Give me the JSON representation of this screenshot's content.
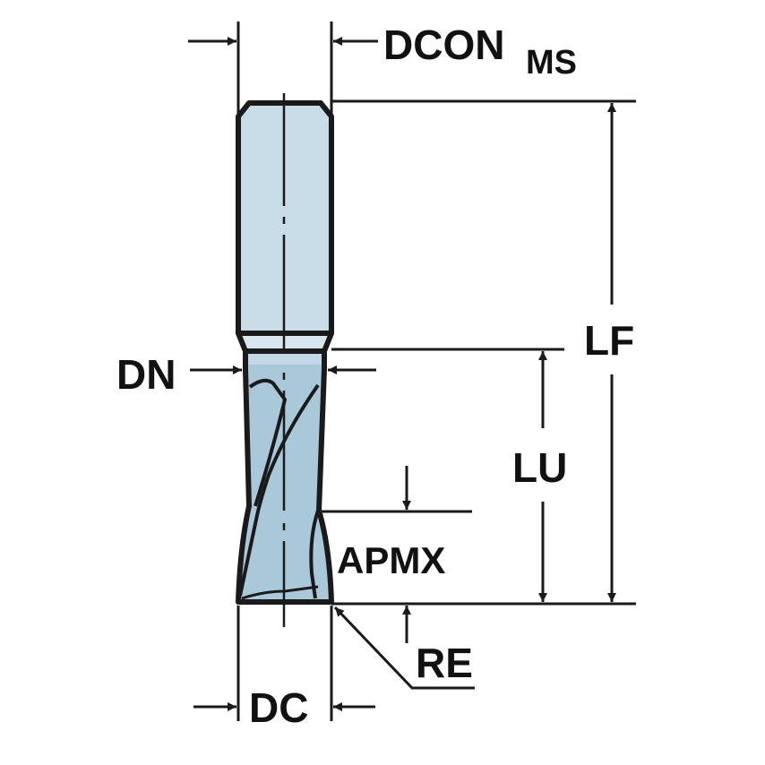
{
  "diagram": {
    "type": "technical-drawing",
    "subject": "solid end mill with cylindrical shank",
    "colors": {
      "line": "#1a1a1a",
      "shank_fill": "#c9dde9",
      "neck_fill": "#d7e6ef",
      "flute_fill": "#a9c8da",
      "flute_top_fill": "#c2d8e6",
      "background": "#ffffff"
    },
    "labels": {
      "dcon": "DCON",
      "dcon_sub": "MS",
      "lf": "LF",
      "lu": "LU",
      "dn": "DN",
      "apmx": "APMX",
      "re": "RE",
      "dc": "DC"
    }
  }
}
